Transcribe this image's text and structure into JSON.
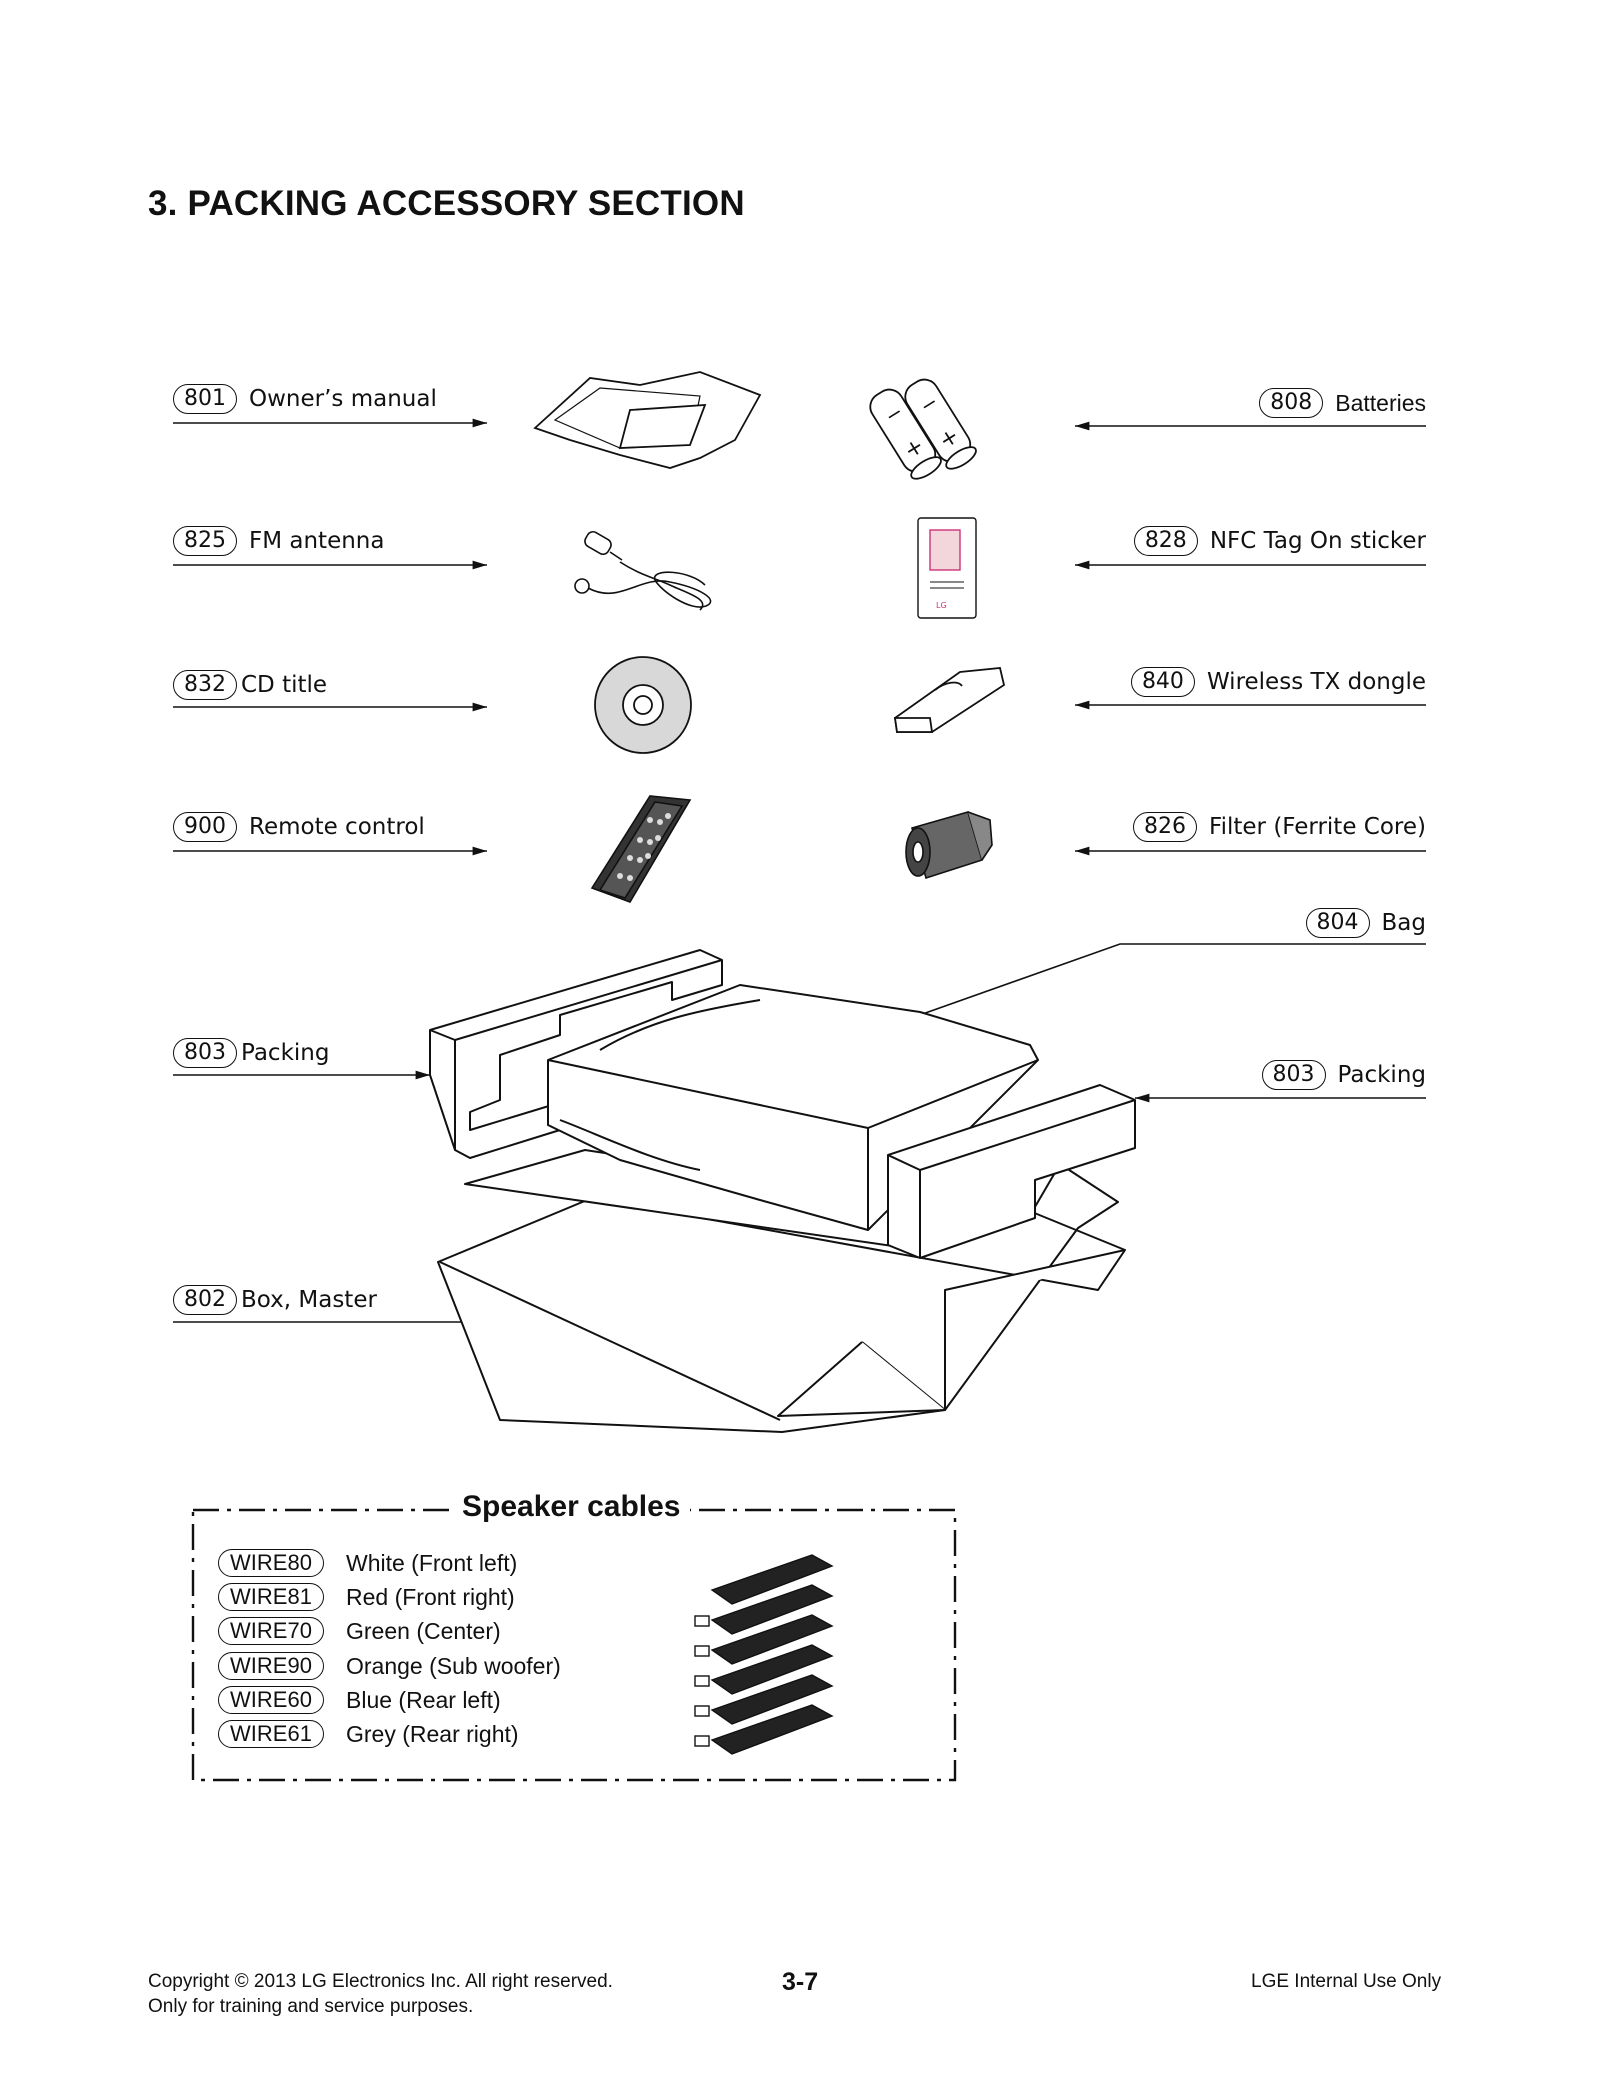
{
  "section_title": "3. PACKING ACCESSORY SECTION",
  "left_items": [
    {
      "num": "801",
      "label": "Owner’s manual"
    },
    {
      "num": "825",
      "label": "FM antenna"
    },
    {
      "num": "832",
      "label": "CD title"
    },
    {
      "num": "900",
      "label": "Remote control"
    },
    {
      "num": "803",
      "label": "Packing"
    },
    {
      "num": "802",
      "label": "Box, Master"
    }
  ],
  "right_items": [
    {
      "num": "808",
      "label": "Batteries"
    },
    {
      "num": "828",
      "label": "NFC Tag On sticker"
    },
    {
      "num": "840",
      "label": "Wireless TX dongle"
    },
    {
      "num": "826",
      "label": "Filter (Ferrite Core)"
    },
    {
      "num": "804",
      "label": "Bag"
    },
    {
      "num": "803",
      "label": "Packing"
    }
  ],
  "speaker_cables": {
    "title": "Speaker cables",
    "wires": [
      {
        "code": "WIRE80",
        "desc": "White (Front left)"
      },
      {
        "code": "WIRE81",
        "desc": "Red (Front right)"
      },
      {
        "code": "WIRE70",
        "desc": "Green (Center)"
      },
      {
        "code": "WIRE90",
        "desc": "Orange (Sub woofer)"
      },
      {
        "code": "WIRE60",
        "desc": "Blue (Rear left)"
      },
      {
        "code": "WIRE61",
        "desc": "Grey (Rear right)"
      }
    ]
  },
  "footer": {
    "copyright": "Copyright © 2013 LG Electronics Inc. All right reserved.",
    "purpose": "Only for training and service purposes.",
    "page_number": "3-7",
    "internal": "LGE Internal Use Only"
  }
}
